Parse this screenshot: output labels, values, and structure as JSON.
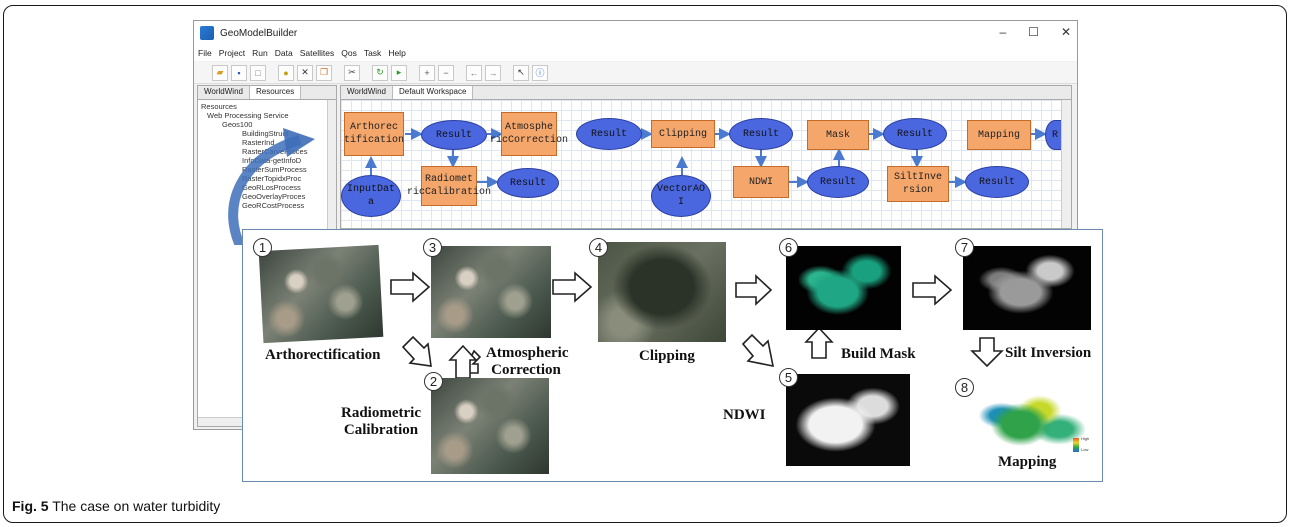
{
  "app": {
    "title": "GeoModelBuilder",
    "window_controls": [
      "–",
      "☐",
      "✕"
    ],
    "menu": [
      "File",
      "Project",
      "Run",
      "Data",
      "Satellites",
      "Qos",
      "Task",
      "Help"
    ]
  },
  "left_panel": {
    "tabs": [
      "WorldWind",
      "Resources"
    ],
    "tree": [
      "Resources",
      "Web Processing Service",
      "Geos100",
      "BuildingStruct",
      "RasterInd",
      "RasterCarveProces",
      "InfoData-getInfoD",
      "RasterSumProcess",
      "RasterTopidxProc",
      "GeoRLosProcess",
      "GeoOverlayProces",
      "GeoRCostProcess"
    ]
  },
  "workspace": {
    "tabs": [
      "WorldWind",
      "Default Workspace"
    ],
    "nodes": {
      "arthorectification": "Arthorec tification",
      "result1": "Result",
      "inputdata": "InputDat a",
      "radiometric": "Radiomet ricCalibration",
      "result2": "Result",
      "atmospheric": "Atmosphe ricCorrection",
      "result3": "Result",
      "clipping": "Clipping",
      "vectoraoi": "VectorAO I",
      "result4": "Result",
      "ndwi": "NDWI",
      "result5": "Result",
      "mask": "Mask",
      "result6": "Result",
      "siltinversion": "SiltInve rsion",
      "result7": "Result",
      "mapping": "Mapping",
      "cut": "R"
    }
  },
  "flow": {
    "steps": [
      {
        "num": "1",
        "label": "Arthorectification"
      },
      {
        "num": "2",
        "label": "Radiometric Calibration"
      },
      {
        "num": "3",
        "label": "Atmospheric Correction"
      },
      {
        "num": "4",
        "label": "Clipping"
      },
      {
        "num": "5",
        "label": "NDWI"
      },
      {
        "num": "6",
        "label": "Build Mask"
      },
      {
        "num": "7",
        "label": "Silt Inversion"
      },
      {
        "num": "8",
        "label": "Mapping"
      }
    ],
    "legend": {
      "high": "High",
      "low": "Low"
    }
  },
  "caption": {
    "prefix": "Fig. 5",
    "text": "The case on water turbidity"
  }
}
